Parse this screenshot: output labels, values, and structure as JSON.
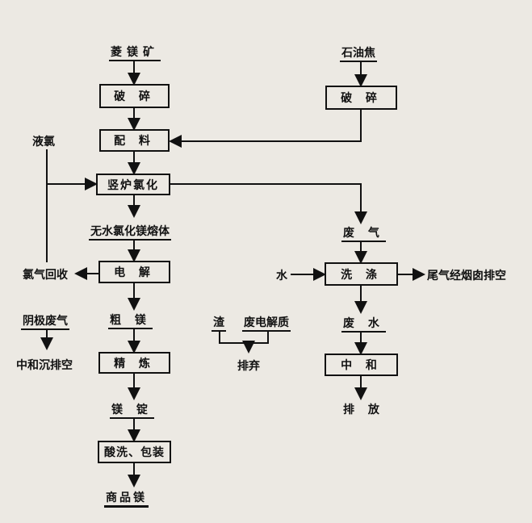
{
  "nodes": {
    "magnesite": "菱镁矿",
    "crush1": "破 碎",
    "petroleum_coke": "石油焦",
    "crush2": "破 碎",
    "batching": "配 料",
    "liquid_chlorine": "液氯",
    "shaft_furnace": "竖炉氯化",
    "anhydrous_melt": "无水氯化镁熔体",
    "waste_gas": "废 气",
    "chlorine_recovery": "氯气回收",
    "electrolysis": "电 解",
    "water": "水",
    "washing": "洗 涤",
    "tail_gas": "尾气经烟囱排空",
    "cathode_gas": "阴极废气",
    "crude_mg": "粗 镁",
    "slag": "渣",
    "waste_electrolyte": "废电解质",
    "waste_water": "废 水",
    "neutralize_vent": "中和沉排空",
    "refining": "精 炼",
    "discard": "排弃",
    "neutralize": "中 和",
    "mg_ingot": "镁 锭",
    "discharge": "排 放",
    "pickling_packing": "酸洗、包装",
    "commercial_mg": "商品镁"
  }
}
